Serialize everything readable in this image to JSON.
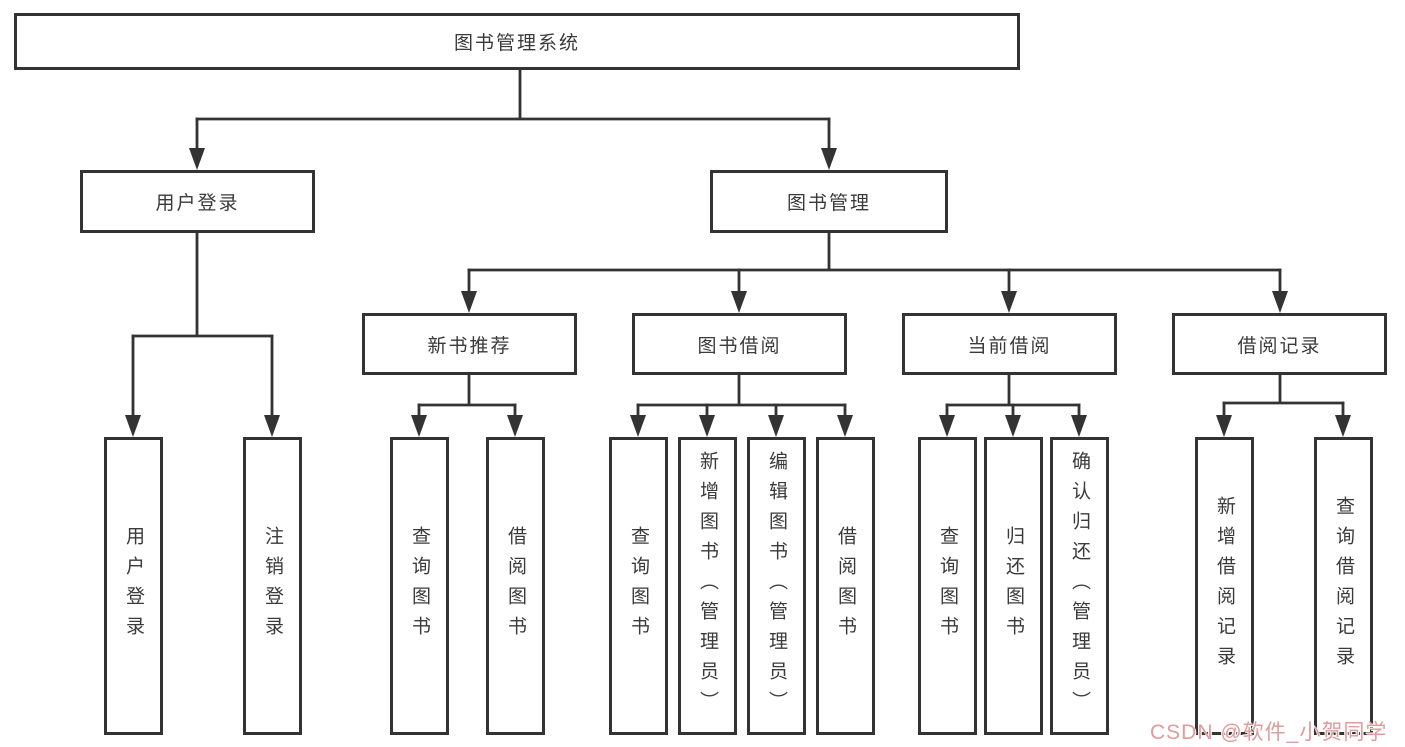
{
  "diagram": {
    "root": {
      "label": "图书管理系统"
    },
    "branches": [
      {
        "label": "用户登录",
        "children": [
          {
            "label": "用户登录"
          },
          {
            "label": "注销登录"
          }
        ]
      },
      {
        "label": "图书管理",
        "children": [
          {
            "label": "新书推荐",
            "children": [
              {
                "label": "查询图书"
              },
              {
                "label": "借阅图书"
              }
            ]
          },
          {
            "label": "图书借阅",
            "children": [
              {
                "label": "查询图书"
              },
              {
                "label": "新增图书（管理员）"
              },
              {
                "label": "编辑图书（管理员）"
              },
              {
                "label": "借阅图书"
              }
            ]
          },
          {
            "label": "当前借阅",
            "children": [
              {
                "label": "查询图书"
              },
              {
                "label": "归还图书"
              },
              {
                "label": "确认归还（管理员）"
              }
            ]
          },
          {
            "label": "借阅记录",
            "children": [
              {
                "label": "新增借阅记录"
              },
              {
                "label": "查询借阅记录"
              }
            ]
          }
        ]
      }
    ],
    "line_color": "#333333",
    "box_background": "#ffffff"
  },
  "watermark": {
    "text": "CSDN @软件_小贺同学",
    "color": "#e09b9b"
  }
}
